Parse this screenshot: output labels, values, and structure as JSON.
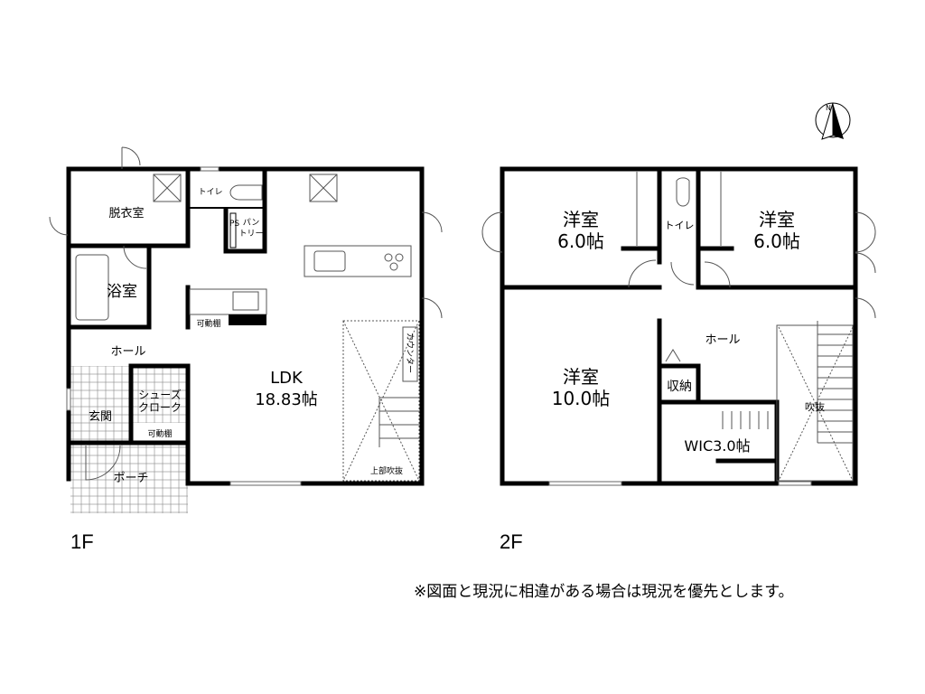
{
  "compass": {
    "north_label": "N"
  },
  "floor1": {
    "label": "1F",
    "rooms": {
      "dressing": "脱衣室",
      "toilet": "トイレ",
      "pantry_1": "パン",
      "pantry_2": "トリー",
      "ps": "PS",
      "bath": "浴室",
      "movable_shelf_kitchen": "可動棚",
      "hall": "ホール",
      "entrance": "玄関",
      "shoes_1": "シューズ",
      "shoes_2": "クローク",
      "movable_shelf_shoes": "可動棚",
      "porch": "ポーチ",
      "ldk_name": "LDK",
      "ldk_size": "18.83帖",
      "counter": "カウンター",
      "void_above": "上部吹抜"
    }
  },
  "floor2": {
    "label": "2F",
    "rooms": {
      "western_left_name": "洋室",
      "western_left_size": "6.0帖",
      "toilet": "トイレ",
      "western_right_name": "洋室",
      "western_right_size": "6.0帖",
      "hall": "ホール",
      "western_main_name": "洋室",
      "western_main_size": "10.0帖",
      "storage": "収納",
      "wic": "WIC3.0帖",
      "void": "吹抜"
    }
  },
  "note": "※図面と現況に相違がある場合は現況を優先とします。"
}
